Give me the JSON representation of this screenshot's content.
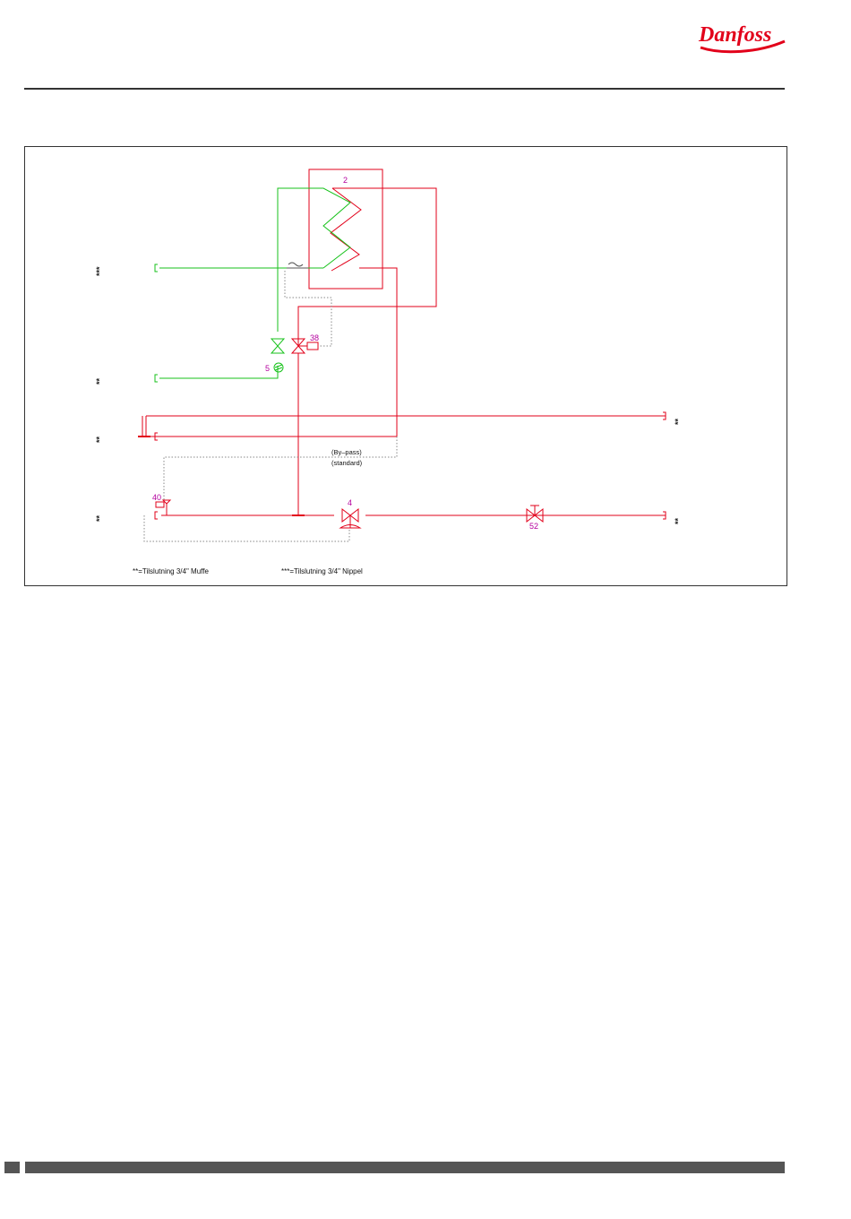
{
  "brand": {
    "name": "Danfoss",
    "color": "#e2001a"
  },
  "diagram": {
    "colors": {
      "heating": "#e2001a",
      "cold_water": "#17c21b",
      "signal": "#888888",
      "label": "#b4009e",
      "text": "#111111"
    },
    "components": {
      "heat_exchanger": "2",
      "pump_valve": "4",
      "thermostatic_valve": "38",
      "check_valve": "5",
      "safety_valve": "40",
      "shutoff_valve": "52"
    },
    "connections": {
      "nippel_marker": "***",
      "muffe_marker": "**"
    },
    "bypass": {
      "line1": "(By–pass)",
      "line2": "(standard)"
    },
    "legend": {
      "muffe": "**=Tilslutning  3/4\"  Muffe",
      "nippel": "***=Tilslutning  3/4\"  Nippel"
    }
  }
}
